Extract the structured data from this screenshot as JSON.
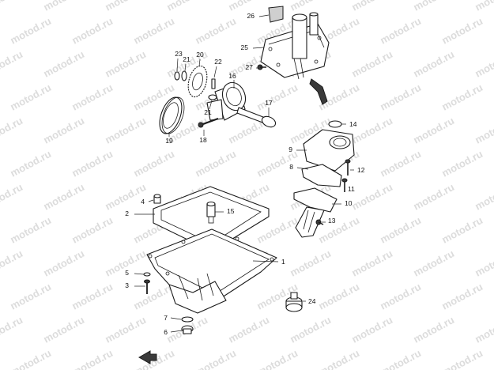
{
  "watermark": "motod.ru",
  "callouts": [
    {
      "label": "1"
    },
    {
      "label": "2"
    },
    {
      "label": "3"
    },
    {
      "label": "4"
    },
    {
      "label": "5"
    },
    {
      "label": "6"
    },
    {
      "label": "7"
    },
    {
      "label": "8"
    },
    {
      "label": "9"
    },
    {
      "label": "10"
    },
    {
      "label": "11"
    },
    {
      "label": "12"
    },
    {
      "label": "13"
    },
    {
      "label": "14"
    },
    {
      "label": "15"
    },
    {
      "label": "16"
    },
    {
      "label": "17"
    },
    {
      "label": "18"
    },
    {
      "label": "19"
    },
    {
      "label": "20"
    },
    {
      "label": "21"
    },
    {
      "label": "21"
    },
    {
      "label": "22"
    },
    {
      "label": "23"
    },
    {
      "label": "24"
    },
    {
      "label": "25"
    },
    {
      "label": "26"
    },
    {
      "label": "27"
    }
  ]
}
